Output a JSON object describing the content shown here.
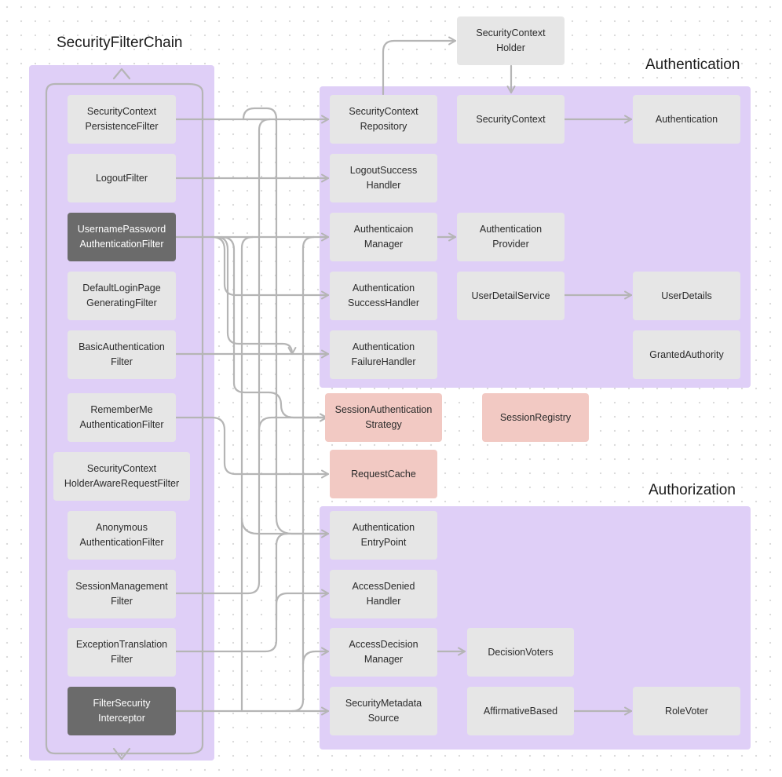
{
  "titles": {
    "chain": "SecurityFilterChain",
    "authentication": "Authentication",
    "authorization": "Authorization"
  },
  "colors": {
    "panel": "#dfcff7",
    "box": "#e6e6e6",
    "box_dark": "#6b6b6b",
    "box_pink": "#f2c9c3",
    "arrow": "#b5b5b5"
  },
  "filters": {
    "security_context_persistence": "SecurityContext\nPersistenceFilter",
    "logout": "LogoutFilter",
    "username_password": "UsernamePassword\nAuthenticationFilter",
    "default_login_page": "DefaultLoginPage\nGeneratingFilter",
    "basic_authentication": "BasicAuthentication\nFilter",
    "remember_me": "RememberMe\nAuthenticationFilter",
    "holder_aware_request": "SecurityContext\nHolderAwareRequestFilter",
    "anonymous": "Anonymous\nAuthenticationFilter",
    "session_management": "SessionManagement\nFilter",
    "exception_translation": "ExceptionTranslation\nFilter",
    "filter_security_interceptor": "FilterSecurity\nInterceptor"
  },
  "components": {
    "security_context_holder": "SecurityContext\nHolder",
    "security_context_repository": "SecurityContext\nRepository",
    "security_context": "SecurityContext",
    "authentication": "Authentication",
    "logout_success_handler": "LogoutSuccess\nHandler",
    "authentication_manager": "Authenticaion\nManager",
    "authentication_provider": "Authentication\nProvider",
    "authentication_success_handler": "Authentication\nSuccessHandler",
    "user_detail_service": "UserDetailService",
    "user_details": "UserDetails",
    "authentication_failure_handler": "Authentication\nFailureHandler",
    "granted_authority": "GrantedAuthority",
    "session_authentication_strategy": "SessionAuthentication\nStrategy",
    "session_registry": "SessionRegistry",
    "request_cache": "RequestCache",
    "authentication_entry_point": "Authentication\nEntryPoint",
    "access_denied_handler": "AccessDenied\nHandler",
    "access_decision_manager": "AccessDecision\nManager",
    "decision_voters": "DecisionVoters",
    "security_metadata_source": "SecurityMetadata\nSource",
    "affirmative_based": "AffirmativeBased",
    "role_voter": "RoleVoter"
  }
}
